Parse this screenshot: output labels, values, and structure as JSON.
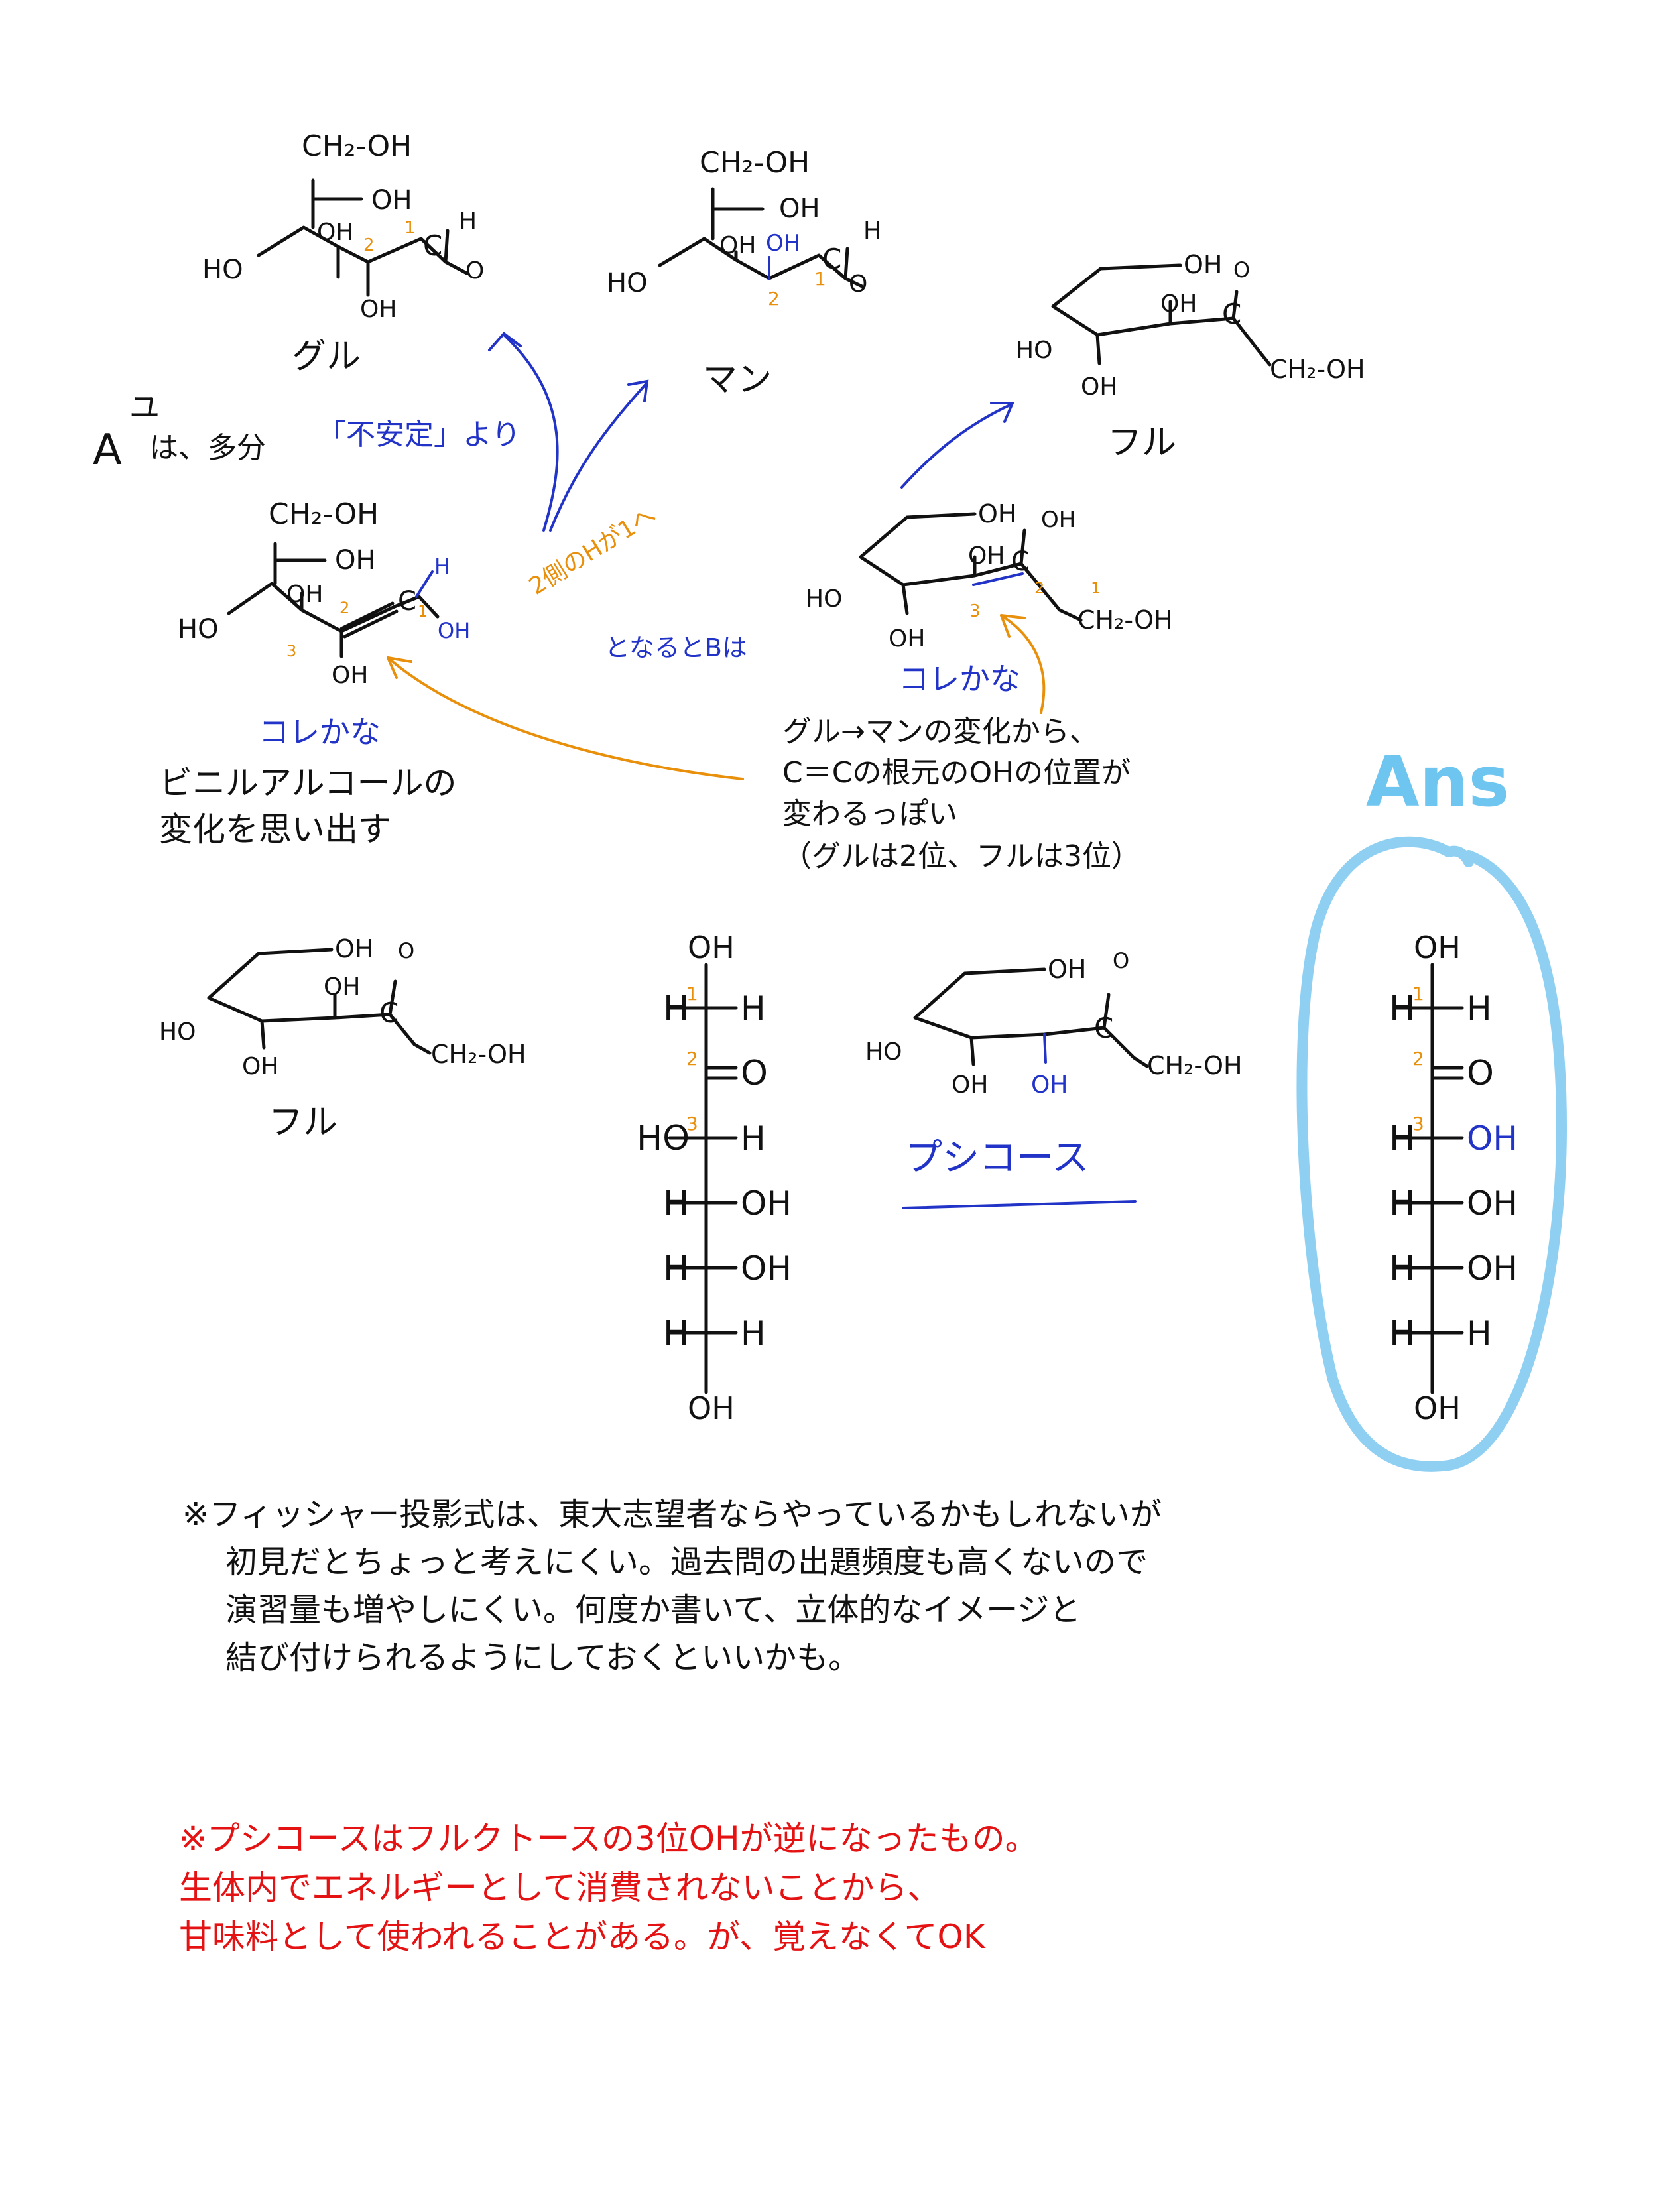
{
  "structures": {
    "glu": {
      "label": "グル",
      "ch2oh": "CH₂-OH",
      "oh_top": "OH",
      "ho_left": "HO",
      "oh_mid": "OH",
      "oh_bottom": "OH",
      "ald": "C",
      "ald_h": "H",
      "ald_o": "O",
      "num1": "1",
      "num2": "2"
    },
    "man": {
      "label": "マン",
      "ch2oh": "CH₂-OH",
      "oh_top": "OH",
      "ho_left": "HO",
      "oh_mid": "OH",
      "oh_c2": "OH",
      "ald": "C",
      "ald_h": "H",
      "ald_o": "O",
      "num1": "1",
      "num2": "2"
    },
    "fru_top": {
      "label": "フル",
      "oh_ring": "OH",
      "oh_mid": "OH",
      "oh_low": "OH",
      "ho_left": "HO",
      "keto_o": "O",
      "keto_c": "C",
      "ch2oh": "CH₂-OH"
    },
    "enediol_left": {
      "label": "コレかな",
      "ch2oh": "CH₂-OH",
      "oh_top": "OH",
      "ho_left": "HO",
      "oh_mid": "OH",
      "oh_bottom": "OH",
      "c1": "C",
      "h1": "H",
      "oh1": "OH",
      "num1": "1",
      "num2": "2",
      "num3": "3"
    },
    "enediol_right": {
      "label": "コレかな",
      "oh_ring": "OH",
      "oh_mid": "OH",
      "oh_low": "OH",
      "ho_left": "HO",
      "oh_c": "OH",
      "c2": "C",
      "ch2oh": "CH₂-OH",
      "num1": "1",
      "num2": "2",
      "num3": "3"
    },
    "fru_bottom": {
      "label": "フル",
      "oh_ring": "OH",
      "oh_mid": "OH",
      "oh_low": "OH",
      "ho_left": "HO",
      "keto_o": "O",
      "keto_c": "C",
      "ch2oh": "CH₂-OH"
    },
    "psicose": {
      "label": "プシコース",
      "oh_ring": "OH",
      "oh_mid": "OH",
      "oh_low_blue": "OH",
      "ho_left": "HO",
      "keto_o": "O",
      "keto_c": "C",
      "ch2oh": "CH₂-OH"
    }
  },
  "fischer_fru": {
    "top": "OH",
    "rows": [
      {
        "l": "H",
        "r": "H",
        "num": "1"
      },
      {
        "l": "",
        "r": "O",
        "num": "2"
      },
      {
        "l": "HO",
        "r": "H",
        "num": "3"
      },
      {
        "l": "H",
        "r": "OH",
        "num": ""
      },
      {
        "l": "H",
        "r": "OH",
        "num": ""
      },
      {
        "l": "H",
        "r": "H",
        "num": ""
      }
    ],
    "bottom": "OH"
  },
  "fischer_ans": {
    "top": "OH",
    "rows": [
      {
        "l": "H",
        "r": "H",
        "num": "1"
      },
      {
        "l": "",
        "r": "O",
        "num": "2"
      },
      {
        "l": "H",
        "r": "OH",
        "num": "3"
      },
      {
        "l": "H",
        "r": "OH",
        "num": ""
      },
      {
        "l": "H",
        "r": "OH",
        "num": ""
      },
      {
        "l": "H",
        "r": "H",
        "num": ""
      }
    ],
    "bottom": "OH"
  },
  "annotations": {
    "a_letter": "A",
    "a_super": "ユ",
    "a_rest": "は、多分",
    "unstable": "「不安定」より",
    "h_move": "2側のHが1へ",
    "then_b": "となるとBは",
    "ans_label": "Ans",
    "vinyl_line1": "ビニルアルコールの",
    "vinyl_line2": "変化を思い出す",
    "change_line1": "グル→マンの変化から、",
    "change_line2": "C＝Cの根元のOHの位置が",
    "change_line3": "変わるっぽい",
    "change_line4": "（グルは2位、フルは3位）"
  },
  "notes": {
    "black": [
      "※フィッシャー投影式は、東大志望者ならやっているかもしれないが",
      "初見だとちょっと考えにくい。過去問の出題頻度も高くないので",
      "演習量も増やしにくい。何度か書いて、立体的なイメージと",
      "結び付けられるようにしておくといいかも。"
    ],
    "red": [
      "※プシコースはフルクトースの3位OHが逆になったもの。",
      "生体内でエネルギーとして消費されないことから、",
      "甘味料として使われることがある。が、覚えなくてOK"
    ]
  },
  "colors": {
    "black": "#111111",
    "blue": "#2233c8",
    "orange": "#e8900c",
    "red": "#e41212",
    "ans": "#8fd0f2"
  }
}
